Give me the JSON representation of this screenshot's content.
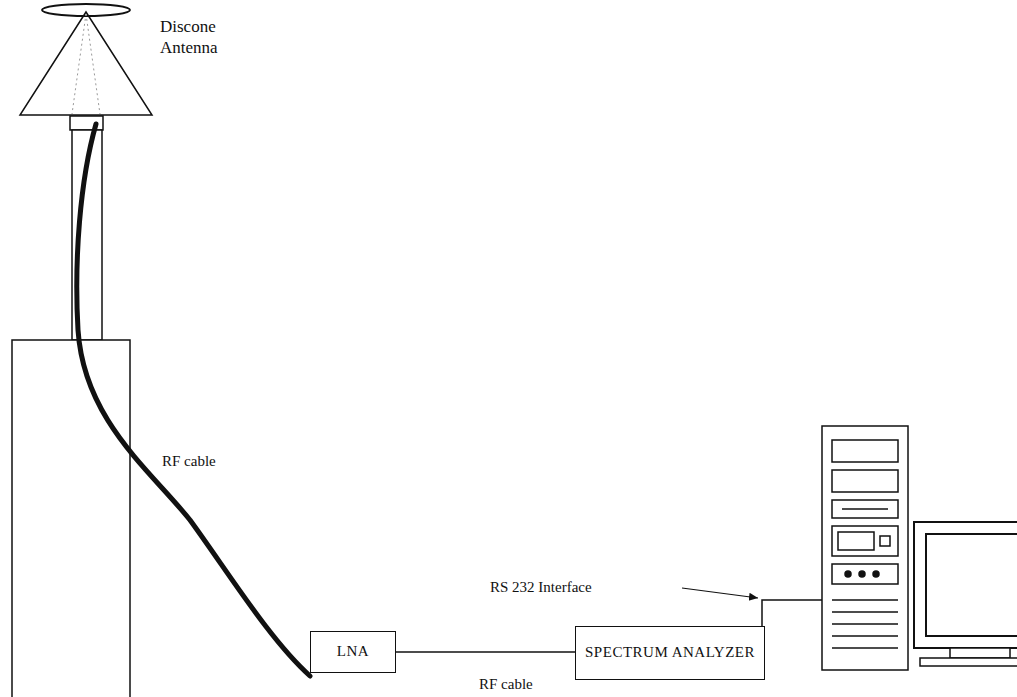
{
  "diagram": {
    "nodes": [
      {
        "text": [
          "LNA"
        ]
      },
      {
        "text": [
          "SPECTRUM ANALYZER"
        ]
      }
    ],
    "edges": [
      {
        "from": 0,
        "to": 1,
        "arrow": "none",
        "label": "RF cable"
      }
    ],
    "labels": [
      "Discone Antenna",
      "RF cable",
      "RS 232 Interface"
    ]
  }
}
